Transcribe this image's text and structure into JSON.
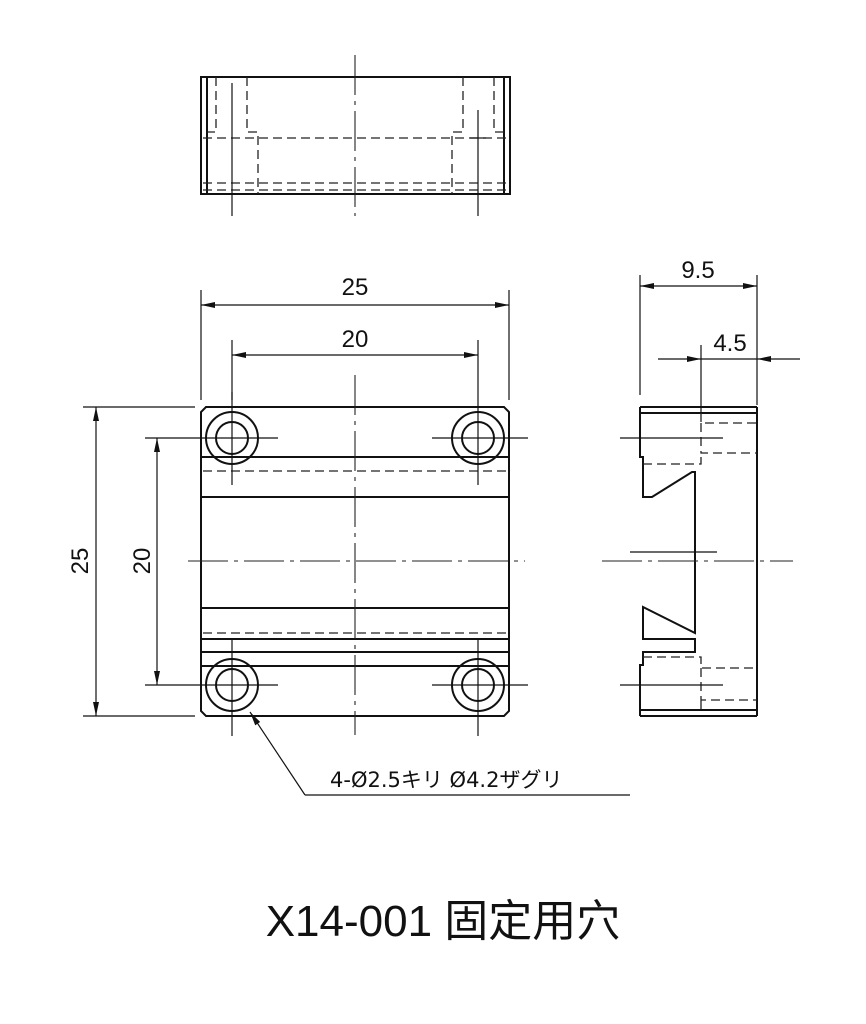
{
  "title": "X14-001 固定用穴",
  "hole_note": "4-Ø2.5キリ Ø4.2ザグリ",
  "dimensions": {
    "front_width_outer": "25",
    "front_width_holes": "20",
    "front_height_outer": "25",
    "front_height_holes": "20",
    "side_depth": "9.5",
    "side_step": "4.5"
  }
}
